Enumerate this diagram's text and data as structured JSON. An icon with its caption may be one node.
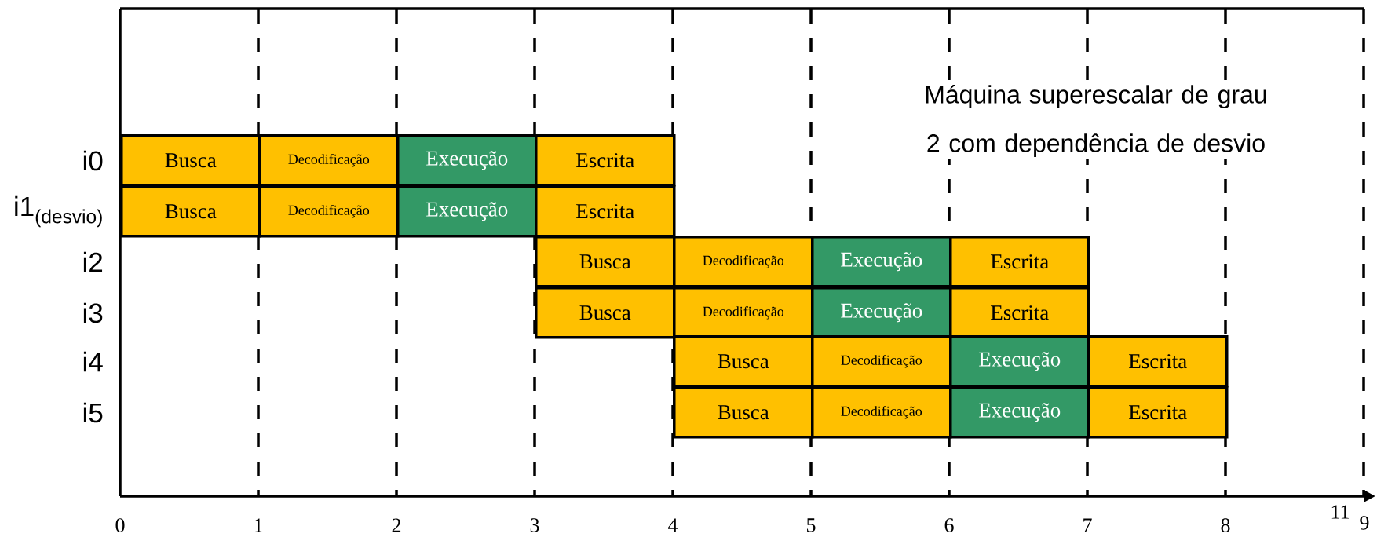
{
  "diagram": {
    "nodes": [
      {
        "text": [
          "Busca"
        ]
      },
      {
        "text": [
          "Decodificação"
        ]
      },
      {
        "text": [
          "Execução"
        ]
      },
      {
        "text": [
          "Escrita"
        ]
      },
      {
        "text": [
          "Busca"
        ]
      },
      {
        "text": [
          "Decodificação"
        ]
      },
      {
        "text": [
          "Execução"
        ]
      },
      {
        "text": [
          "Escrita"
        ]
      },
      {
        "text": [
          "Busca"
        ]
      },
      {
        "text": [
          "Decodificação"
        ]
      },
      {
        "text": [
          "Execução"
        ]
      },
      {
        "text": [
          "Escrita"
        ]
      },
      {
        "text": [
          "Busca"
        ]
      },
      {
        "text": [
          "Decodificação"
        ]
      },
      {
        "text": [
          "Execução"
        ]
      },
      {
        "text": [
          "Escrita"
        ]
      },
      {
        "text": [
          "Busca"
        ]
      },
      {
        "text": [
          "Decodificação"
        ]
      },
      {
        "text": [
          "Execução"
        ]
      },
      {
        "text": [
          "Escrita"
        ]
      },
      {
        "text": [
          "Busca"
        ]
      },
      {
        "text": [
          "Decodificação"
        ]
      },
      {
        "text": [
          "Execução"
        ]
      },
      {
        "text": [
          "Escrita"
        ]
      }
    ],
    "edges": [],
    "labels": [
      "Máquina superescalar de grau 2 com dependência de desvio",
      "i0",
      "i1$_{(desvio)}$",
      "i2",
      "i3",
      "i4",
      "i5",
      "0",
      "1",
      "2",
      "3",
      "4",
      "5",
      "6",
      "7",
      "8",
      "11",
      "9"
    ]
  }
}
